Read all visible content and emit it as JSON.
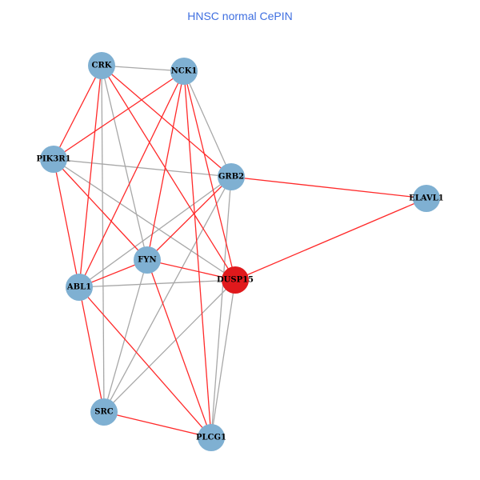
{
  "title": "HNSC normal CePIN",
  "colors": {
    "node": "#7fb0d2",
    "highlight_node": "#e0191c",
    "red_edge": "#ff2a2a",
    "gray_edge": "#a8a8a8",
    "title": "#3f6fe0"
  },
  "nodes": [
    {
      "id": "CRK",
      "highlight": false
    },
    {
      "id": "NCK1",
      "highlight": false
    },
    {
      "id": "PIK3R1",
      "highlight": false
    },
    {
      "id": "GRB2",
      "highlight": false
    },
    {
      "id": "ELAVL1",
      "highlight": false
    },
    {
      "id": "FYN",
      "highlight": false
    },
    {
      "id": "ABL1",
      "highlight": false
    },
    {
      "id": "DUSP15",
      "highlight": true
    },
    {
      "id": "SRC",
      "highlight": false
    },
    {
      "id": "PLCG1",
      "highlight": false
    }
  ],
  "edges": [
    [
      "CRK",
      "NCK1",
      "gray"
    ],
    [
      "CRK",
      "SRC",
      "gray"
    ],
    [
      "CRK",
      "FYN",
      "gray"
    ],
    [
      "NCK1",
      "GRB2",
      "gray"
    ],
    [
      "PIK3R1",
      "GRB2",
      "gray"
    ],
    [
      "PIK3R1",
      "DUSP15",
      "gray"
    ],
    [
      "GRB2",
      "ABL1",
      "gray"
    ],
    [
      "GRB2",
      "SRC",
      "gray"
    ],
    [
      "GRB2",
      "PLCG1",
      "gray"
    ],
    [
      "ABL1",
      "DUSP15",
      "gray"
    ],
    [
      "FYN",
      "SRC",
      "gray"
    ],
    [
      "DUSP15",
      "SRC",
      "gray"
    ],
    [
      "DUSP15",
      "PLCG1",
      "gray"
    ],
    [
      "CRK",
      "PIK3R1",
      "red"
    ],
    [
      "CRK",
      "ABL1",
      "red"
    ],
    [
      "CRK",
      "GRB2",
      "red"
    ],
    [
      "CRK",
      "DUSP15",
      "red"
    ],
    [
      "NCK1",
      "PIK3R1",
      "red"
    ],
    [
      "NCK1",
      "ABL1",
      "red"
    ],
    [
      "NCK1",
      "FYN",
      "red"
    ],
    [
      "NCK1",
      "DUSP15",
      "red"
    ],
    [
      "NCK1",
      "PLCG1",
      "red"
    ],
    [
      "PIK3R1",
      "ABL1",
      "red"
    ],
    [
      "PIK3R1",
      "FYN",
      "red"
    ],
    [
      "GRB2",
      "ELAVL1",
      "red"
    ],
    [
      "ELAVL1",
      "DUSP15",
      "red"
    ],
    [
      "GRB2",
      "FYN",
      "red"
    ],
    [
      "FYN",
      "ABL1",
      "red"
    ],
    [
      "FYN",
      "DUSP15",
      "red"
    ],
    [
      "FYN",
      "PLCG1",
      "red"
    ],
    [
      "ABL1",
      "SRC",
      "red"
    ],
    [
      "ABL1",
      "PLCG1",
      "red"
    ],
    [
      "SRC",
      "PLCG1",
      "red"
    ]
  ]
}
